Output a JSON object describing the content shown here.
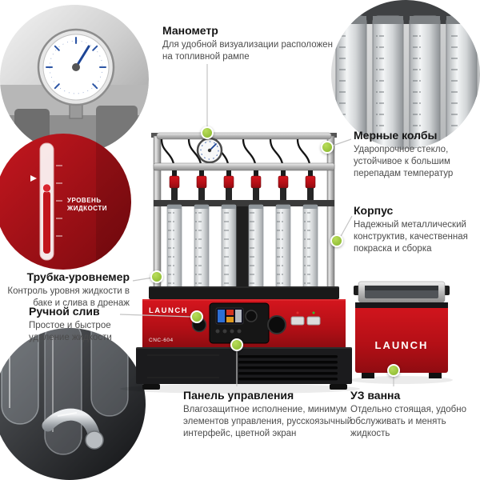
{
  "colors": {
    "accent_green": "#8dc63f",
    "machine_red": "#c4161c",
    "leader_gray": "#c4c4c4"
  },
  "callouts": {
    "manometer": {
      "title": "Манометр",
      "desc": "Для удобной визуализации расположен на топливной рампе"
    },
    "flasks": {
      "title": "Мерные колбы",
      "desc": "Ударопрочное стекло, устойчивое к большим перепадам температур"
    },
    "body": {
      "title": "Корпус",
      "desc": "Надежный металлический конструктив, качественная покраска и сборка"
    },
    "level_tube": {
      "title": "Трубка-уровнемер",
      "desc": "Контроль уровня жидкости в баке и слива в дренаж"
    },
    "manual_drain": {
      "title": "Ручной слив",
      "desc": "Простое и быстрое удаление жидкости"
    },
    "control_panel": {
      "title": "Панель управления",
      "desc": "Влагозащитное исполнение, минимум элементов управления, русскоязычный интерфейс, цветной экран"
    },
    "ultrasonic_bath": {
      "title": "УЗ ванна",
      "desc": "Отдельно стоящая, удобно обслуживать и менять жидкость"
    }
  },
  "machine": {
    "brand": "LAUNCH",
    "model": "CNC-604",
    "bath_brand": "LAUNCH",
    "level_label_line1": "УРОВЕНЬ",
    "level_label_line2": "ЖИДКОСТИ"
  }
}
